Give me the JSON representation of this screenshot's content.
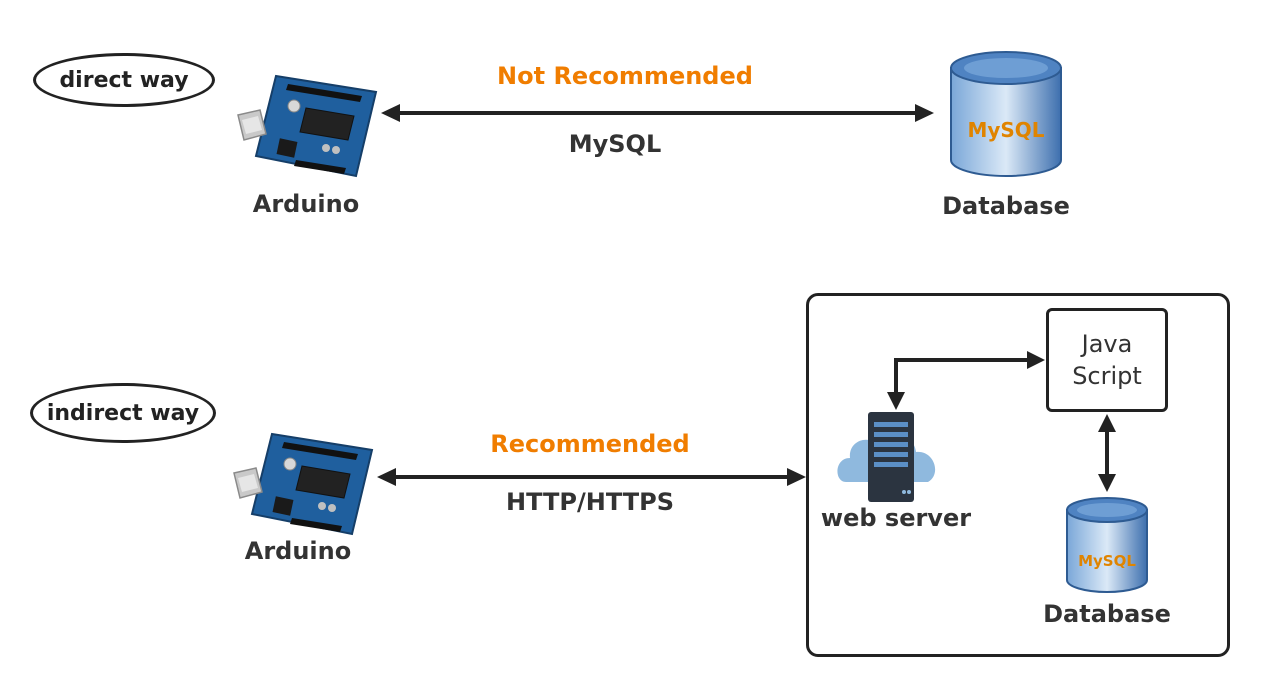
{
  "direct": {
    "tag": "direct way",
    "status": "Not Recommended",
    "protocol": "MySQL",
    "device_label": "Arduino",
    "db_label": "Database",
    "db_logo_text": "MySQL"
  },
  "indirect": {
    "tag": "indirect way",
    "status": "Recommended",
    "protocol": "HTTP/HTTPS",
    "device_label": "Arduino",
    "server_label": "web server",
    "script_line1": "Java",
    "script_line2": "Script",
    "db_label": "Database",
    "db_logo_text": "MySQL"
  },
  "colors": {
    "accent": "#f07d00",
    "text": "#333333",
    "line": "#222222",
    "board_blue": "#1f5f9e",
    "db_blue": "#4f83c2",
    "cloud_blue": "#8fb9de",
    "server_dark": "#2b3440"
  }
}
